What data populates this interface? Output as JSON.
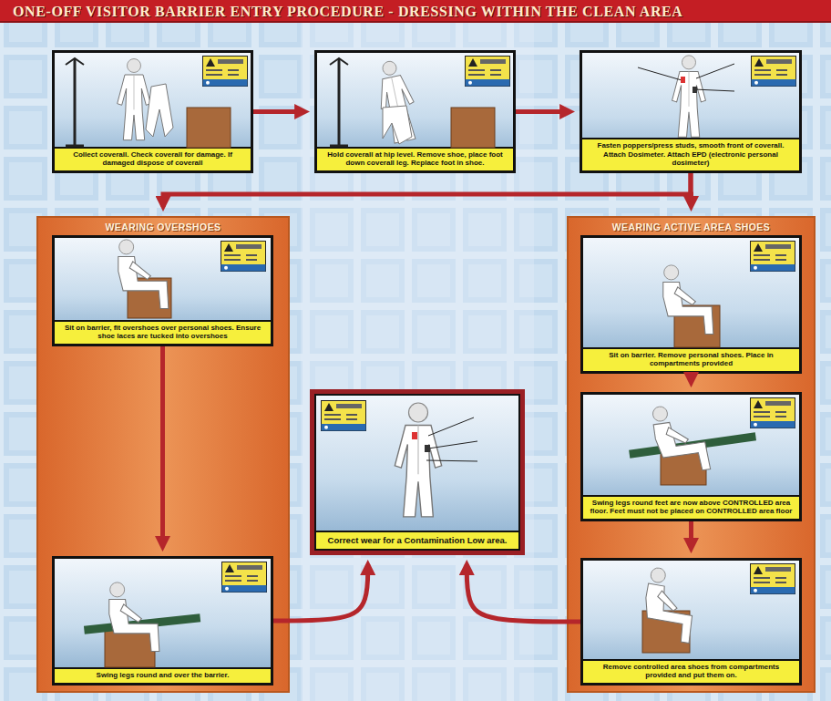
{
  "diagram": {
    "title": "ONE-OFF VISITOR BARRIER ENTRY PROCEDURE - DRESSING WITHIN THE CLEAN AREA",
    "nodes": [
      {
        "text": [
          "Collect coverall. Check coverall for damage. If damaged dispose of coverall"
        ]
      },
      {
        "text": [
          "Hold coverall at hip level. Remove shoe, place foot down coverall leg. Replace foot in shoe."
        ]
      },
      {
        "text": [
          "Fasten poppers/press studs, smooth front of coverall. Attach Dosimeter. Attach EPD (electronic personal dosimeter)"
        ]
      },
      {
        "text": [
          "WEARING OVERSHOES"
        ]
      },
      {
        "text": [
          "Sit on barrier, fit overshoes over personal shoes. Ensure shoe laces are tucked into overshoes"
        ],
        "in": 3
      },
      {
        "text": [
          "Swing legs round and over the barrier."
        ],
        "in": 3
      },
      {
        "text": [
          "WEARING ACTIVE AREA SHOES"
        ]
      },
      {
        "text": [
          "Sit on barrier. Remove personal shoes. Place in compartments provided"
        ],
        "in": 6
      },
      {
        "text": [
          "Swing legs round feet are now above CONTROLLED area floor. Feet must not be placed on CONTROLLED area floor"
        ],
        "in": 6
      },
      {
        "text": [
          "Remove controlled area shoes from compartments provided and put them on."
        ],
        "in": 6
      },
      {
        "text": [
          "Correct wear for a Contamination Low area."
        ]
      }
    ],
    "edges": [
      {
        "from": 0,
        "to": 1,
        "arrow": "to"
      },
      {
        "from": 1,
        "to": 2,
        "arrow": "to"
      },
      {
        "from": 2,
        "to": 3,
        "arrow": "to"
      },
      {
        "from": 2,
        "to": 6,
        "arrow": "to"
      },
      {
        "from": 4,
        "to": 5,
        "arrow": "to"
      },
      {
        "from": 5,
        "to": 10,
        "arrow": "to"
      },
      {
        "from": 7,
        "to": 8,
        "arrow": "to"
      },
      {
        "from": 8,
        "to": 9,
        "arrow": "to"
      },
      {
        "from": 9,
        "to": 10,
        "arrow": "to"
      }
    ]
  }
}
